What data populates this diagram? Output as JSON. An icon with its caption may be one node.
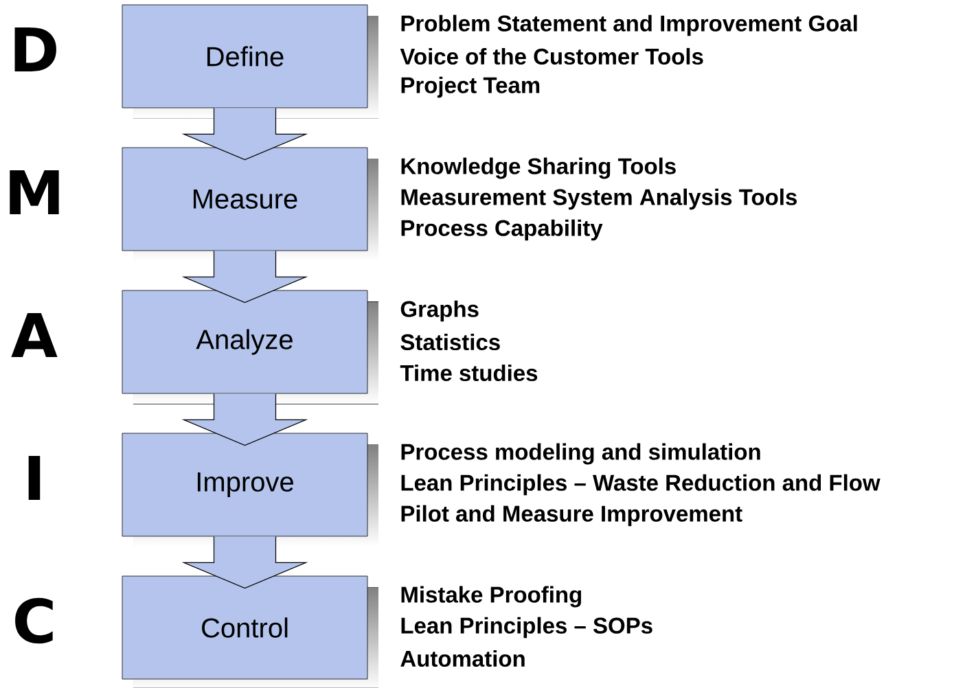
{
  "diagram": {
    "nodes": [
      {
        "text": [
          "Define"
        ],
        "beside": [
          "D",
          "Problem Statement and Improvement Goal",
          "Voice of the Customer Tools",
          "Project Team"
        ]
      },
      {
        "text": [
          "Measure"
        ],
        "beside": [
          "M",
          "Knowledge Sharing Tools",
          "Measurement System Analysis Tools",
          "Process Capability"
        ]
      },
      {
        "text": [
          "Analyze"
        ],
        "beside": [
          "A",
          "Graphs",
          "Statistics",
          "Time studies"
        ]
      },
      {
        "text": [
          "Improve"
        ],
        "beside": [
          "I",
          "Process modeling and simulation",
          "Lean Principles – Waste Reduction and Flow",
          "Pilot and Measure Improvement"
        ]
      },
      {
        "text": [
          "Control"
        ],
        "beside": [
          "C",
          "Mistake Proofing",
          "Lean Principles – SOPs",
          "Automation"
        ]
      }
    ],
    "edges": [
      {
        "from": 0,
        "to": 1,
        "arrow": "to"
      },
      {
        "from": 1,
        "to": 2,
        "arrow": "to"
      },
      {
        "from": 2,
        "to": 3,
        "arrow": "to"
      },
      {
        "from": 3,
        "to": 4,
        "arrow": "to"
      }
    ]
  }
}
